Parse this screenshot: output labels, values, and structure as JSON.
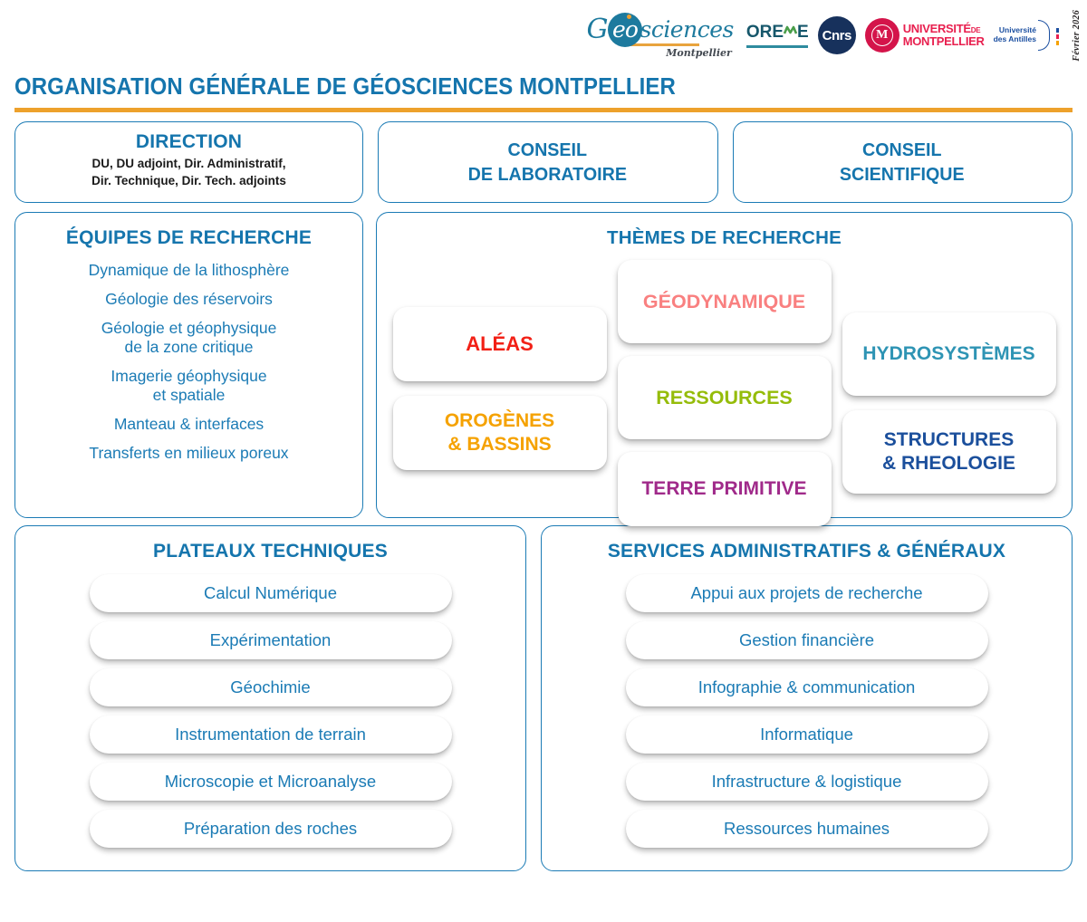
{
  "header": {
    "logos": [
      {
        "name": "geosciences-montpellier-logo",
        "main": "eo",
        "word": "sciences",
        "lead": "G",
        "sub": "Montpellier"
      },
      {
        "name": "oreme-logo",
        "text_left": "ORE",
        "text_right": "E"
      },
      {
        "name": "cnrs-logo",
        "text": "Cnrs"
      },
      {
        "name": "universite-de-montpellier-logo",
        "seal": "M",
        "line1": "UNIVERSITÉ",
        "line1_small": "DE",
        "line2": "MONTPELLIER"
      },
      {
        "name": "universite-des-antilles-logo",
        "line1": "Université",
        "line2": "des Antilles"
      }
    ],
    "date": "Février 2026"
  },
  "title": "ORGANISATION GÉNÉRALE DE GÉOSCIENCES MONTPELLIER",
  "direction": {
    "heading": "DIRECTION",
    "subtitle_line1": "DU, DU adjoint, Dir. Administratif,",
    "subtitle_line2": "Dir. Technique, Dir. Tech. adjoints"
  },
  "conseil_laboratoire": {
    "line1": "CONSEIL",
    "line2": "DE LABORATOIRE"
  },
  "conseil_scientifique": {
    "line1": "CONSEIL",
    "line2": "SCIENTIFIQUE"
  },
  "equipes": {
    "title": "ÉQUIPES DE RECHERCHE",
    "items": [
      "Dynamique de la lithosphère",
      "Géologie des réservoirs",
      "Géologie et géophysique\nde la zone critique",
      "Imagerie géophysique\net spatiale",
      "Manteau & interfaces",
      "Transferts en milieux poreux"
    ]
  },
  "themes": {
    "title": "THÈMES DE RECHERCHE",
    "cards": [
      {
        "label": "ALÉAS",
        "color": "#f22016",
        "column": "left",
        "slot": 0
      },
      {
        "label": "OROGÈNES\n& BASSINS",
        "color": "#f5a200",
        "column": "left",
        "slot": 1
      },
      {
        "label": "GÉODYNAMIQUE",
        "color": "#f98080",
        "column": "mid",
        "slot": 0
      },
      {
        "label": "RESSOURCES",
        "color": "#95bc09",
        "column": "mid",
        "slot": 1
      },
      {
        "label": "TERRE PRIMITIVE",
        "color": "#a02a8a",
        "column": "mid",
        "slot": 2
      },
      {
        "label": "HYDROSYSTÈMES",
        "color": "#2e94b4",
        "column": "right",
        "slot": 0
      },
      {
        "label": "STRUCTURES\n& RHEOLOGIE",
        "color": "#1b4f9c",
        "column": "right",
        "slot": 1
      }
    ]
  },
  "plateaux": {
    "title": "PLATEAUX TECHNIQUES",
    "items": [
      "Calcul Numérique",
      "Expérimentation",
      "Géochimie",
      "Instrumentation de terrain",
      "Microscopie et Microanalyse",
      "Préparation des roches"
    ]
  },
  "services": {
    "title": "SERVICES ADMINISTRATIFS & GÉNÉRAUX",
    "items": [
      "Appui aux projets de recherche",
      "Gestion financière",
      "Infographie & communication",
      "Informatique",
      "Infrastructure & logistique",
      "Ressources humaines"
    ]
  },
  "colors": {
    "brand_blue": "#1575ad",
    "border_blue": "#1b7bb5",
    "accent_orange": "#eda12c",
    "text_blue": "#1b7bb5"
  }
}
